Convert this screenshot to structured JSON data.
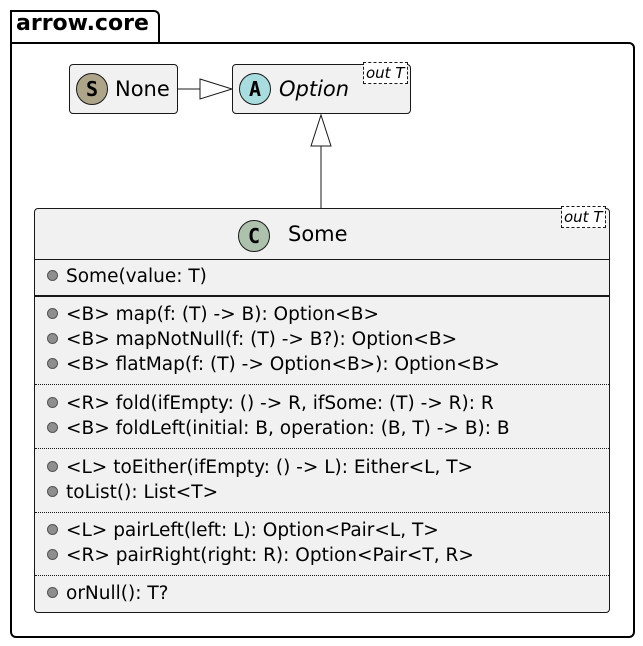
{
  "package": {
    "name": "arrow.core"
  },
  "none": {
    "stereotype": "S",
    "name": "None",
    "stereo_color": "#ada48a"
  },
  "option": {
    "stereotype": "A",
    "name": "Option",
    "type_param": "out T",
    "stereo_color": "#a9dcdf"
  },
  "some": {
    "stereotype": "C",
    "name": "Some",
    "type_param": "out T",
    "stereo_color": "#adc1ad",
    "constructor": [
      "Some(value: T)"
    ],
    "groups": [
      [
        "<B> map(f: (T) -> B): Option<B>",
        "<B> mapNotNull(f: (T) -> B?): Option<B>",
        "<B> flatMap(f: (T) -> Option<B>): Option<B>"
      ],
      [
        "<R> fold(ifEmpty: () -> R, ifSome: (T) -> R): R",
        "<B> foldLeft(initial: B, operation: (B, T) -> B): B"
      ],
      [
        "<L> toEither(ifEmpty: () -> L): Either<L, T>",
        "toList(): List<T>"
      ],
      [
        "<L> pairLeft(left: L): Option<Pair<L, T>",
        "<R> pairRight(right: R): Option<Pair<T, R>"
      ],
      [
        "orNull(): T?"
      ]
    ]
  }
}
